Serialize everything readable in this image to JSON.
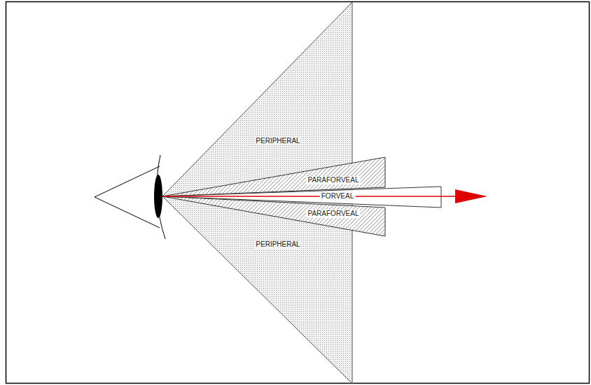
{
  "diagram": {
    "labels": [
      "PERIPHERAL",
      "PARAFORVEAL",
      "FORVEAL",
      "PARAFORVEAL",
      "PERIPHERAL"
    ]
  }
}
